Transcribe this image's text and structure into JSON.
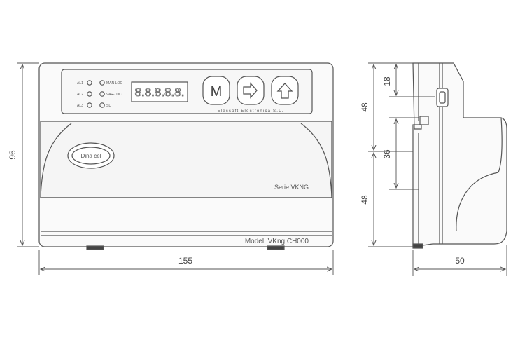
{
  "front_view": {
    "indicators": [
      {
        "label": "AL1"
      },
      {
        "label": "AL2"
      },
      {
        "label": "AL3"
      },
      {
        "label": "MAN-LOC"
      },
      {
        "label": "VAR-LOC"
      },
      {
        "label": "SD"
      }
    ],
    "display_digits": "8.8.8.8.8.",
    "buttons": {
      "mode": "M",
      "arrow_right": "right-arrow-icon",
      "arrow_up": "up-arrow-icon"
    },
    "manufacturer": "Elecsoft Electrónica S.L.",
    "logo_text": "Dina cel",
    "series_label": "Serie VKNG",
    "model_label": "Model: VKng CH000"
  },
  "dimensions": {
    "width": "155",
    "height": "96",
    "depth": "50",
    "side_top": "18",
    "side_upper": "48",
    "side_middle": "36",
    "side_lower": "48"
  },
  "colors": {
    "line": "#555555",
    "panel_fill": "#f7f7f7",
    "display_bg": "#ffffff"
  }
}
